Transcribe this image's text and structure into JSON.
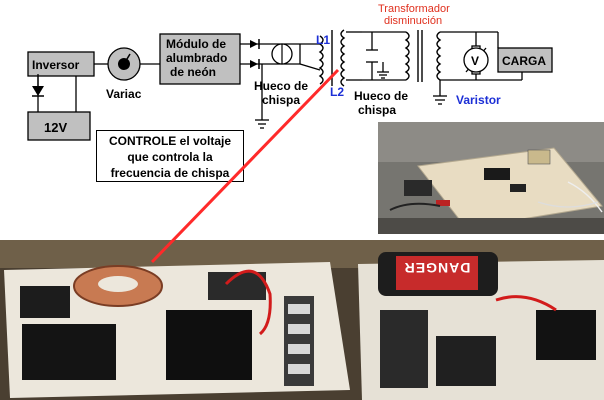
{
  "diagram": {
    "inverter_label": "Inversor",
    "battery_label": "12V",
    "variac_label": "Variac",
    "neon_module_label_line1": "Módulo de",
    "neon_module_label_line2": "alumbrado",
    "neon_module_label_line3": "de neón",
    "spark_gap1_line1": "Hueco de",
    "spark_gap1_line2": "chispa",
    "coil_l1": "L1",
    "coil_l2": "L2",
    "spark_gap2_line1": "Hueco de",
    "spark_gap2_line2": "chispa",
    "transformer_title_line1": "Transformador",
    "transformer_title_line2": "disminución",
    "voltmeter_symbol": "V",
    "load_label": "CARGA",
    "varistor_label": "Varistor",
    "callout_line1": "CONTROLE el voltaje",
    "callout_line2": "que controla la",
    "callout_line3": "frecuencia de chispa"
  },
  "photo": {
    "danger_text": "DANGER"
  },
  "colors": {
    "box_fill": "#c0c0c0",
    "transformer_title": "#e0301e",
    "coil_label": "#1c2fd6",
    "varistor_label": "#1c2fd6",
    "pointer_line": "#ff2a2a"
  }
}
